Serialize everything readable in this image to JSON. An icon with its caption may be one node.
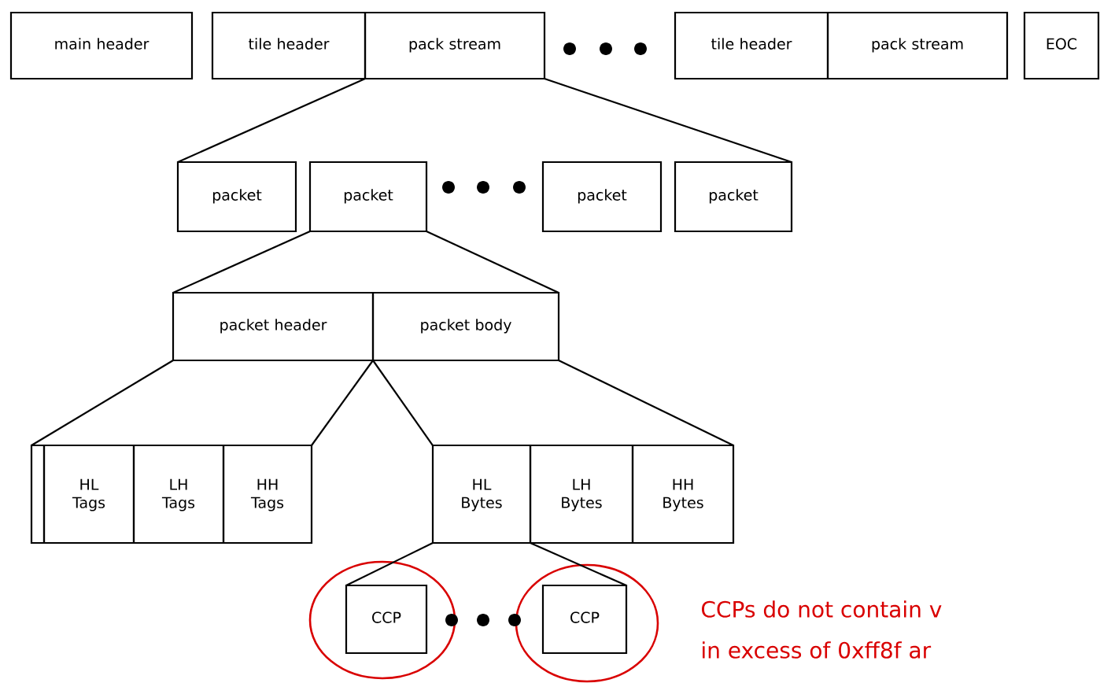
{
  "diagram": {
    "nodes": [
      {
        "text": [
          "main header"
        ]
      },
      {
        "text": [
          "tile header"
        ]
      },
      {
        "text": [
          "pack stream"
        ]
      },
      {
        "text": [
          "tile header"
        ]
      },
      {
        "text": [
          "pack stream"
        ]
      },
      {
        "text": [
          "EOC"
        ]
      },
      {
        "text": [
          "packet"
        ]
      },
      {
        "text": [
          "packet"
        ]
      },
      {
        "text": [
          "packet"
        ]
      },
      {
        "text": [
          "packet"
        ]
      },
      {
        "text": [
          "packet header"
        ]
      },
      {
        "text": [
          "packet body"
        ]
      },
      {
        "text": [],
        "shape": "box"
      },
      {
        "text": [
          "HL Tags"
        ]
      },
      {
        "text": [
          "LH Tags"
        ]
      },
      {
        "text": [
          "HH Tags"
        ]
      },
      {
        "text": [
          "HL Bytes"
        ]
      },
      {
        "text": [
          "LH Bytes"
        ]
      },
      {
        "text": [
          "HH Bytes"
        ]
      },
      {
        "text": [
          "CCP"
        ]
      },
      {
        "text": [
          "CCP"
        ]
      }
    ],
    "edges": [
      {
        "from": 2,
        "to": 6,
        "arrow": "none"
      },
      {
        "from": 2,
        "to": 9,
        "arrow": "none"
      },
      {
        "from": 7,
        "to": 10,
        "arrow": "none"
      },
      {
        "from": 7,
        "to": 11,
        "arrow": "none"
      },
      {
        "from": 10,
        "to": 12,
        "arrow": "none"
      },
      {
        "from": 10,
        "to": 15,
        "arrow": "none"
      },
      {
        "from": 11,
        "to": 16,
        "arrow": "none"
      },
      {
        "from": 11,
        "to": 18,
        "arrow": "none"
      },
      {
        "from": 16,
        "to": 19,
        "arrow": "none"
      },
      {
        "from": 16,
        "to": 20,
        "arrow": "none"
      }
    ],
    "labels": [
      "CCPs do not contain v",
      "in excess of 0xff8f ar"
    ]
  }
}
